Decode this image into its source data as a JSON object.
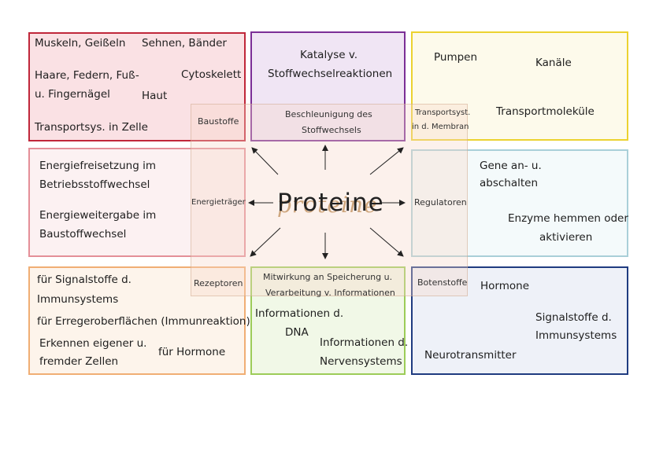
{
  "center": {
    "title": "Proteine",
    "shadow": "proteine"
  },
  "colors": {
    "red": "#c0273a",
    "purple": "#7b2e96",
    "yellow": "#ecd230",
    "pink": "#e48f98",
    "lightblue": "#a9cfd8",
    "orange": "#f0ae74",
    "green": "#9ccc58",
    "navy": "#1f3b80"
  },
  "boxes": {
    "top_left": {
      "items": [
        "Muskeln, Geißeln",
        "Sehnen, Bänder",
        "Haare, Federn, Fuß-",
        "u. Fingernägel",
        "Cytoskelett",
        "Haut",
        "Transportsys. in Zelle"
      ]
    },
    "top_center": {
      "items": [
        "Katalyse v.",
        "Stoffwechselreaktionen"
      ]
    },
    "top_right": {
      "items": [
        "Pumpen",
        "Kanäle",
        "Transportmoleküle"
      ]
    },
    "mid_left": {
      "items": [
        "Energiefreisetzung im",
        "Betriebsstoffwechsel",
        "Energieweitergabe im",
        "Baustoffwechsel"
      ]
    },
    "mid_right": {
      "items": [
        "Gene an- u.",
        "abschalten",
        "Enzyme hemmen oder",
        "aktivieren"
      ]
    },
    "bottom_left": {
      "items": [
        "für Signalstoffe d.",
        "Immunsystems",
        "für Erregeroberflächen (Immunreaktion)",
        "Erkennen eigener u.",
        "fremder Zellen",
        "für Hormone"
      ]
    },
    "bottom_center": {
      "items": [
        "Informationen d.",
        "DNA",
        "Informationen d.",
        "Nervensystems"
      ]
    },
    "bottom_right": {
      "items": [
        "Hormone",
        "Signalstoffe d.",
        "Immunsystems",
        "Neurotransmitter"
      ]
    }
  },
  "labels": {
    "baustoffe": "Baustoffe",
    "beschleunigung_1": "Beschleunigung des",
    "beschleunigung_2": "Stoffwechsels",
    "transportsyst_1": "Transportsyst.",
    "transportsyst_2": "in d. Membran",
    "energietraeger": "Energieträger",
    "regulatoren": "Regulatoren",
    "rezeptoren": "Rezeptoren",
    "mitwirkung_1": "Mitwirkung an Speicherung u.",
    "mitwirkung_2": "Verarbeitung v. Informationen",
    "botenstoffe": "Botenstoffe"
  }
}
